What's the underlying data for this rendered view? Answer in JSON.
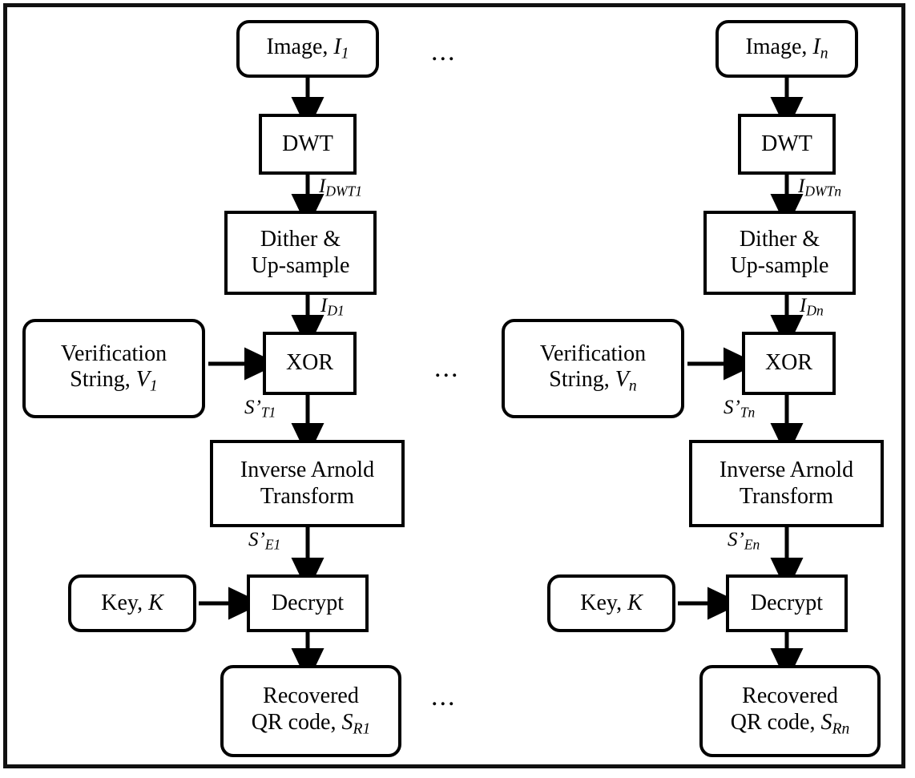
{
  "figure": {
    "kind": "flowchart",
    "orientation": "top-to-bottom",
    "description": "QR code recovery / extraction pipeline repeated for n images",
    "border_color": "#111111",
    "node_color": "#000000",
    "background": "#ffffff"
  },
  "columns": [
    {
      "id": "col1",
      "index_label": "1",
      "nodes": {
        "image": {
          "line1": "Image, ",
          "var": "I",
          "sub": "1"
        },
        "dwt": {
          "line1": "DWT"
        },
        "dither": {
          "line1": "Dither &",
          "line2": "Up-sample"
        },
        "verification": {
          "line1": "Verification",
          "line2": "String, ",
          "var": "V",
          "sub": "1"
        },
        "xor": {
          "line1": "XOR"
        },
        "arnold": {
          "line1": "Inverse Arnold",
          "line2": "Transform"
        },
        "key": {
          "line1": "Key, ",
          "var": "K",
          "sub": ""
        },
        "decrypt": {
          "line1": "Decrypt"
        },
        "recovered": {
          "line1": "Recovered",
          "line2": "QR code, ",
          "var": "S",
          "sub": "R1"
        }
      },
      "edge_labels": {
        "dwt_out": {
          "var": "I",
          "sub": "DWT1"
        },
        "dither_out": {
          "var": "I",
          "sub": "D1"
        },
        "xor_out": {
          "var": "S’",
          "sub": "T1"
        },
        "arnold_out": {
          "var": "S’",
          "sub": "E1"
        }
      }
    },
    {
      "id": "coln",
      "index_label": "n",
      "nodes": {
        "image": {
          "line1": "Image, ",
          "var": "I",
          "sub": "n"
        },
        "dwt": {
          "line1": "DWT"
        },
        "dither": {
          "line1": "Dither &",
          "line2": "Up-sample"
        },
        "verification": {
          "line1": "Verification",
          "line2": "String, ",
          "var": "V",
          "sub": "n"
        },
        "xor": {
          "line1": "XOR"
        },
        "arnold": {
          "line1": "Inverse Arnold",
          "line2": "Transform"
        },
        "key": {
          "line1": "Key, ",
          "var": "K",
          "sub": ""
        },
        "decrypt": {
          "line1": "Decrypt"
        },
        "recovered": {
          "line1": "Recovered",
          "line2": "QR code, ",
          "var": "S",
          "sub": "Rn"
        }
      },
      "edge_labels": {
        "dwt_out": {
          "var": "I",
          "sub": "DWTn"
        },
        "dither_out": {
          "var": "I",
          "sub": "Dn"
        },
        "xor_out": {
          "var": "S’",
          "sub": "Tn"
        },
        "arnold_out": {
          "var": "S’",
          "sub": "En"
        }
      }
    }
  ],
  "ellipses": [
    {
      "id": "ellipsis-top",
      "text": "..."
    },
    {
      "id": "ellipsis-middle",
      "text": "..."
    },
    {
      "id": "ellipsis-bottom",
      "text": "..."
    }
  ]
}
